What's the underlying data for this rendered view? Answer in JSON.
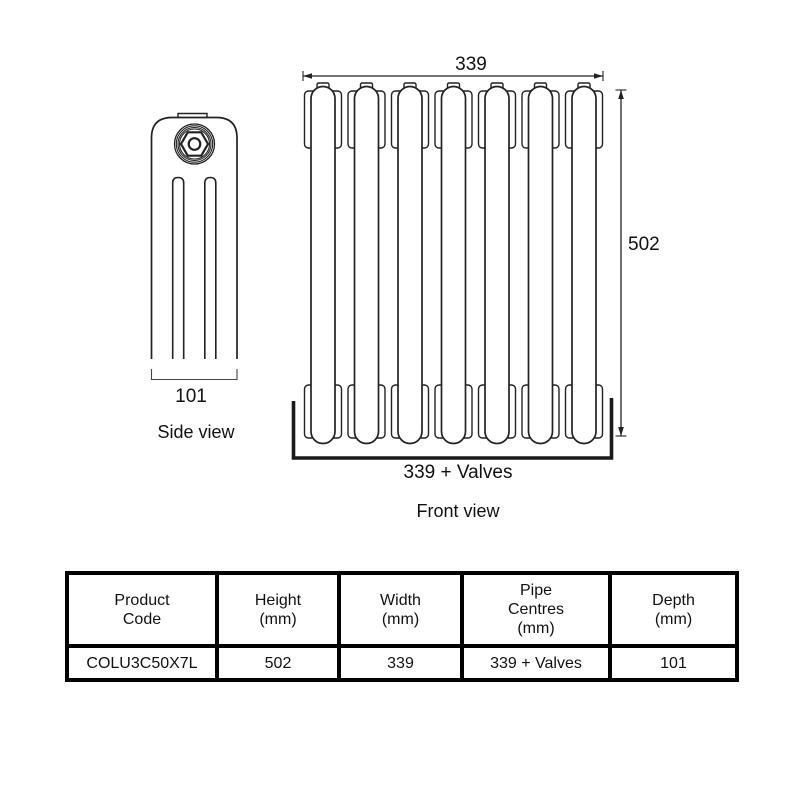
{
  "side_view": {
    "depth_dimension": "101",
    "caption": "Side view"
  },
  "front_view": {
    "column_count": 7,
    "width_dimension": "339",
    "height_dimension": "502",
    "pipe_centres_dimension": "339 + Valves",
    "caption": "Front view"
  },
  "spec_table": {
    "headers": [
      [
        "Product",
        "Code"
      ],
      [
        "Height",
        "(mm)"
      ],
      [
        "Width",
        "(mm)"
      ],
      [
        "Pipe",
        "Centres",
        "(mm)"
      ],
      [
        "Depth",
        "(mm)"
      ]
    ],
    "row": [
      "COLU3C50X7L",
      "502",
      "339",
      "339 + Valves",
      "101"
    ]
  },
  "colors": {
    "line": "#222222",
    "table_border": "#000000",
    "background": "#ffffff",
    "text": "#111111"
  }
}
